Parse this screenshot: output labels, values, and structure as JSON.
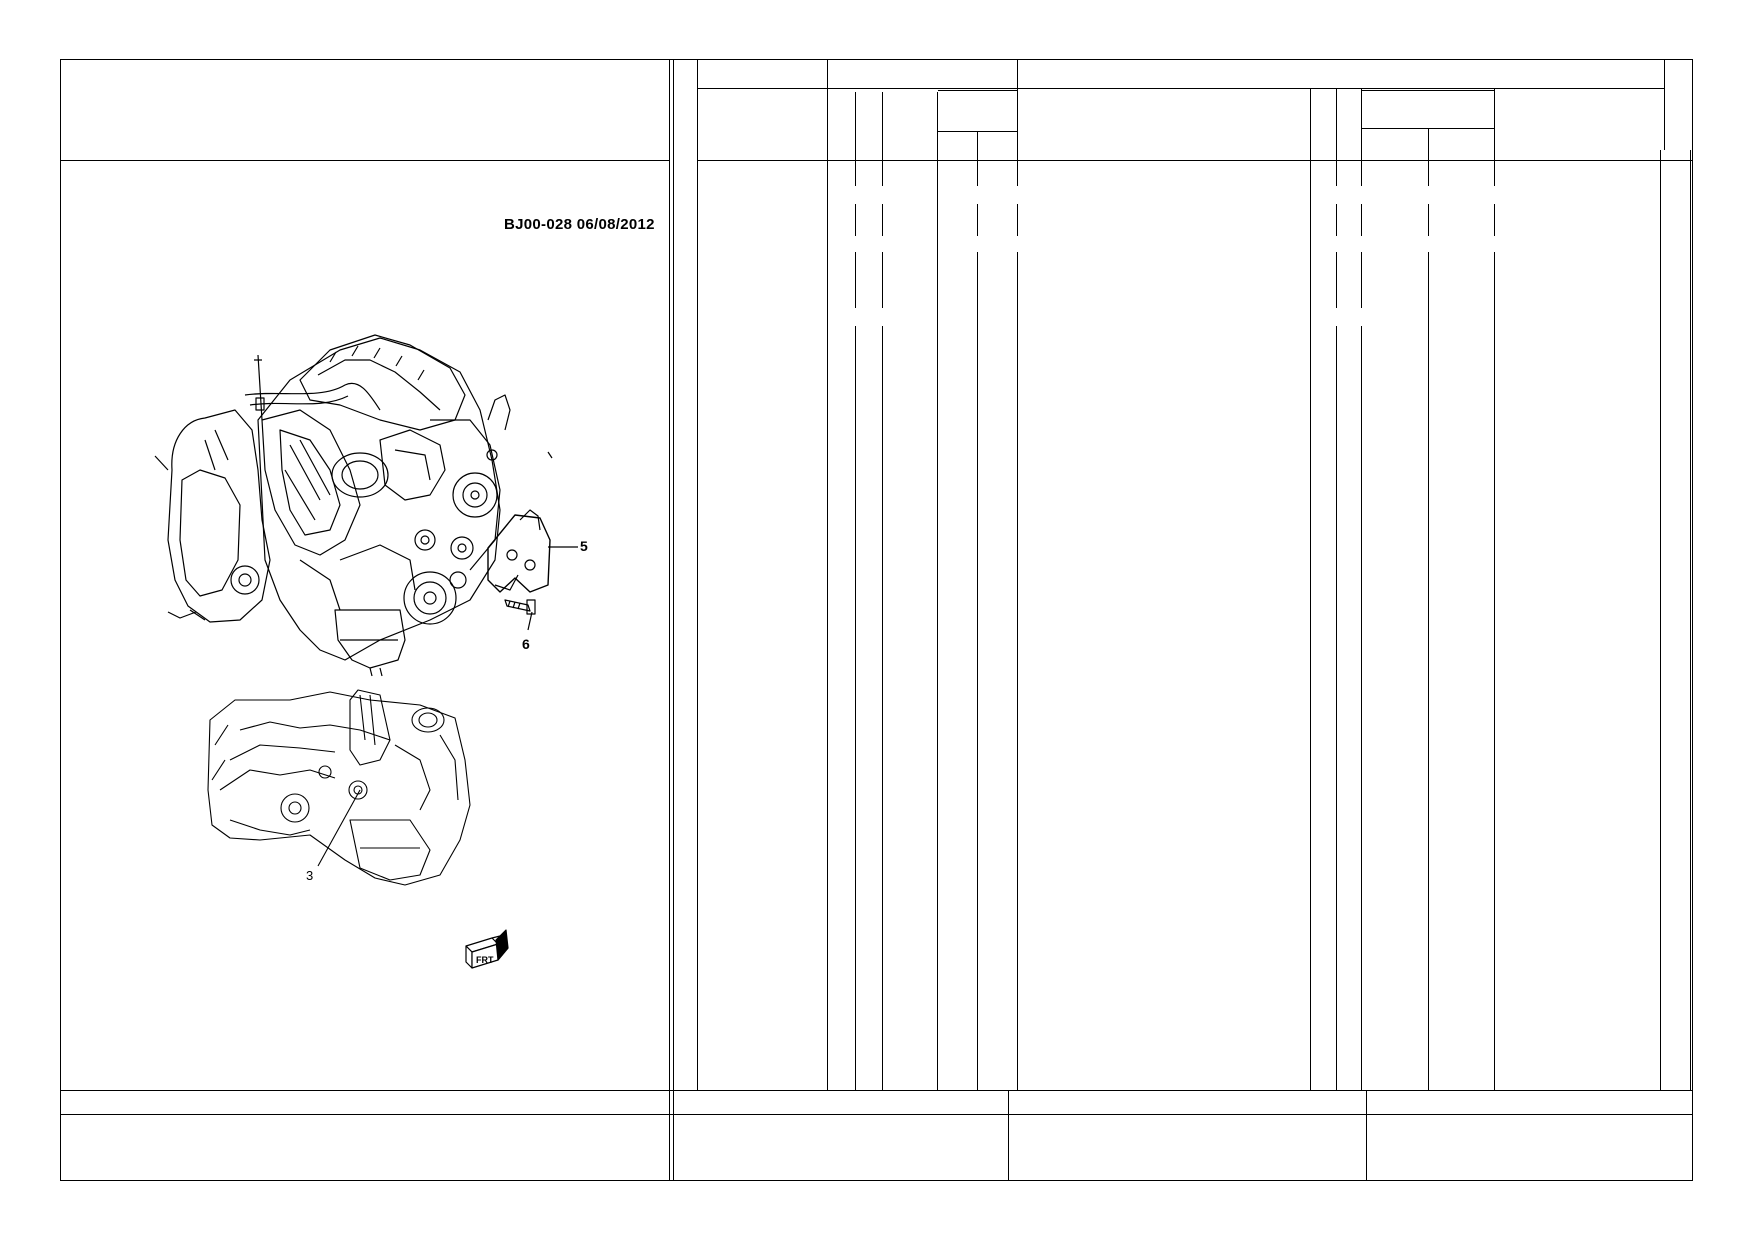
{
  "drawing": {
    "ref_code": "BJ00-028  06/08/2012",
    "callouts": [
      {
        "label": "5"
      },
      {
        "label": "6"
      },
      {
        "label": "3"
      }
    ],
    "front_label": "FRT"
  }
}
